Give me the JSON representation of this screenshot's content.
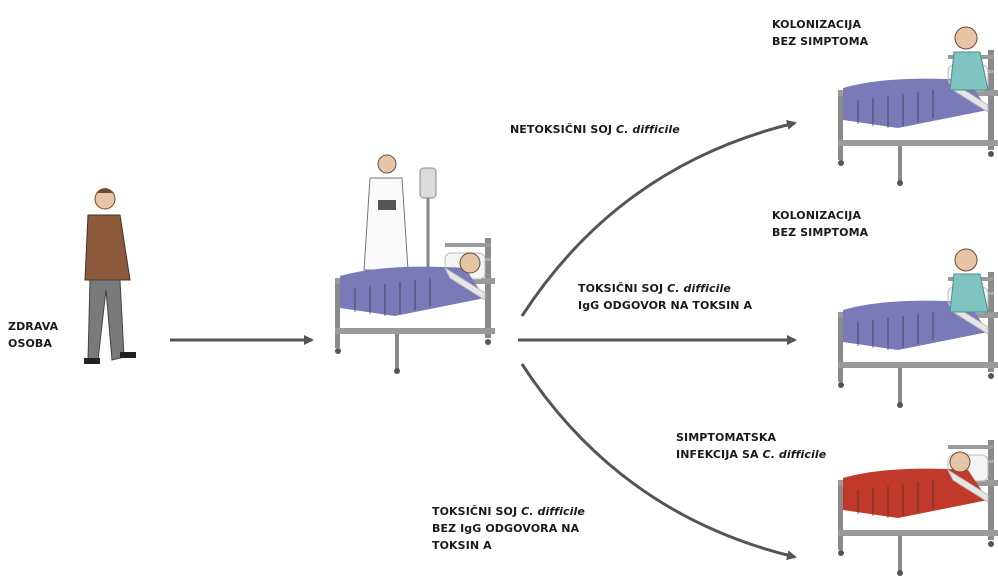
{
  "labels": {
    "healthy_line1": "ZDRAVA",
    "healthy_line2": "OSOBA",
    "path1_text": "NETOKSIČNI SOJ",
    "path1_species": "C. difficile",
    "path2_line1_text": "TOKSIČNI SOJ",
    "path2_line1_species": "C. difficile",
    "path2_line2": "IgG ODGOVOR NA TOKSIN A",
    "path3_line1_text": "TOKSIČNI SOJ",
    "path3_line1_species": "C. difficile",
    "path3_line2": "BEZ IgG ODGOVORA NA",
    "path3_line3": "TOKSIN A",
    "outcome1_line1": "KOLONIZACIJA",
    "outcome1_line2": "BEZ SIMPTOMA",
    "outcome2_line1": "KOLONIZACIJA",
    "outcome2_line2": "BEZ SIMPTOMA",
    "outcome3_line1": "SIMPTOMATSKA",
    "outcome3_line2_text": "INFEKCIJA SA",
    "outcome3_line2_species": "C. difficile"
  },
  "colors": {
    "arrow": "#555555",
    "blanket_colonized": "#7a7ab8",
    "blanket_infected": "#c0392b",
    "patient_gown": "#7fc4c0",
    "coat": "#8b5a3c",
    "trousers": "#7a7a7a"
  },
  "icons": [
    "person-walking-icon",
    "doctor-icon",
    "iv-drip-icon",
    "hospital-bed-icon"
  ]
}
